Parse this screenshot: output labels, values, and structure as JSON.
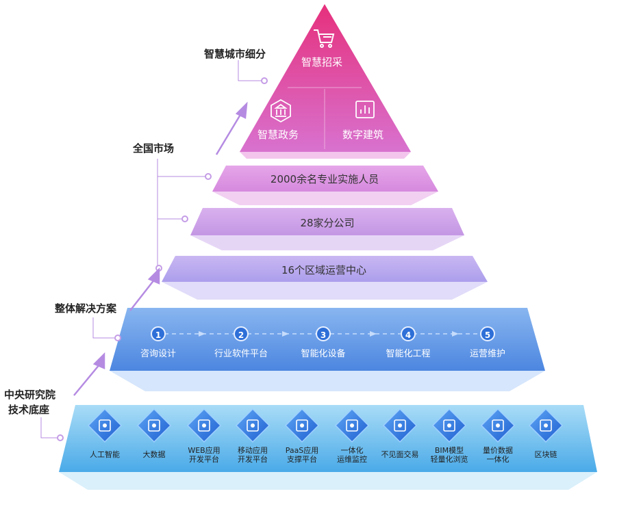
{
  "side_labels": {
    "smart_city": "智慧城市细分",
    "national_market": "全国市场",
    "solution": "整体解决方案",
    "research_line1": "中央研究院",
    "research_line2": "技术底座"
  },
  "apex": {
    "top": "智慧招采",
    "left": "智慧政务",
    "right": "数字建筑",
    "icons": [
      "cart-icon",
      "government-icon",
      "chart-icon"
    ]
  },
  "tiers": {
    "staff": "2000余名专业实施人员",
    "branches": "28家分公司",
    "centers": "16个区域运营中心"
  },
  "solution_steps": [
    {
      "num": "1",
      "label": "咨询设计"
    },
    {
      "num": "2",
      "label": "行业软件平台"
    },
    {
      "num": "3",
      "label": "智能化设备"
    },
    {
      "num": "4",
      "label": "智能化工程"
    },
    {
      "num": "5",
      "label": "运营维护"
    }
  ],
  "tech_items": [
    {
      "line1": "人工智能",
      "line2": "",
      "icon": "robot-icon"
    },
    {
      "line1": "大数据",
      "line2": "",
      "icon": "cloud-data-icon"
    },
    {
      "line1": "WEB应用",
      "line2": "开发平台",
      "icon": "web-window-icon"
    },
    {
      "line1": "移动应用",
      "line2": "开发平台",
      "icon": "mobile-app-icon"
    },
    {
      "line1": "PaaS应用",
      "line2": "支撑平台",
      "icon": "paas-icon"
    },
    {
      "line1": "一体化",
      "line2": "运维监控",
      "icon": "monitor-icon"
    },
    {
      "line1": "不见面交易",
      "line2": "",
      "icon": "no-meet-trade-icon"
    },
    {
      "line1": "BIM模型",
      "line2": "轻量化浏览",
      "icon": "bim-model-icon"
    },
    {
      "line1": "量价数据",
      "line2": "一体化",
      "icon": "layers-icon"
    },
    {
      "line1": "区块链",
      "line2": "",
      "icon": "blockchain-icon"
    }
  ],
  "colors": {
    "apex_top": "#e5307f",
    "apex_bottom": "#d86fd0",
    "tier_staff": "#d98ce0",
    "tier_branches": "#c79ae4",
    "tier_centers": "#b7a6ee",
    "solution": "#5f97e6",
    "tech": "#4fb0ec",
    "connector": "#b48ae0",
    "step_circle": "#2e6fd8"
  }
}
